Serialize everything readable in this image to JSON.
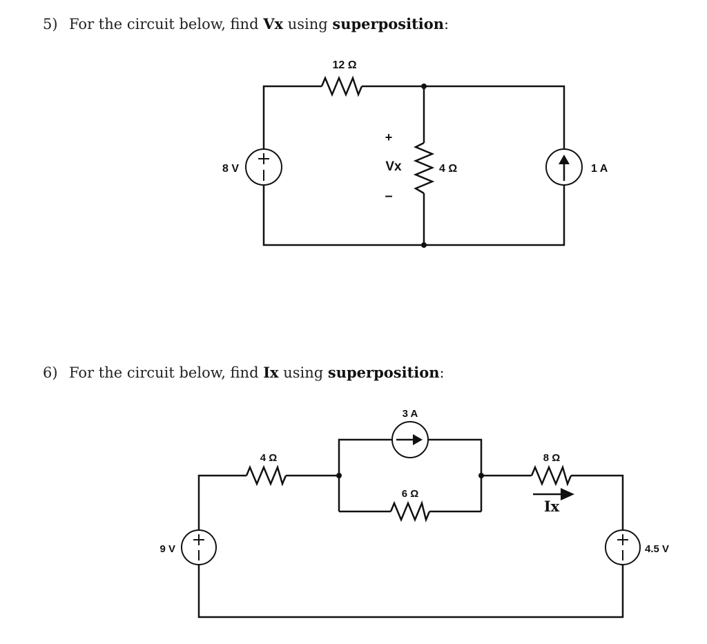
{
  "problem5": {
    "number": "5)",
    "text_before": "For the circuit below, find ",
    "target": "Vx",
    "text_middle": " using ",
    "method": "superposition",
    "text_after": ":",
    "circuit": {
      "r_top_label": "12 Ω",
      "vsource_label": "8 V",
      "vx_plus": "+",
      "vx_label": "Vx",
      "vx_minus": "–",
      "r_mid_label": "4 Ω",
      "isource_label": "1 A"
    }
  },
  "problem6": {
    "number": "6)",
    "text_before": "For the circuit below, find ",
    "target": "Ix",
    "text_middle": " using ",
    "method": "superposition",
    "text_after": ":",
    "circuit": {
      "isource_label": "3 A",
      "r_left_label": "4 Ω",
      "r_parallel_label": "6 Ω",
      "r_right_label": "8 Ω",
      "ix_label": "Ix",
      "vsource_left_label": "9 V",
      "vsource_right_label": "4.5 V"
    }
  }
}
